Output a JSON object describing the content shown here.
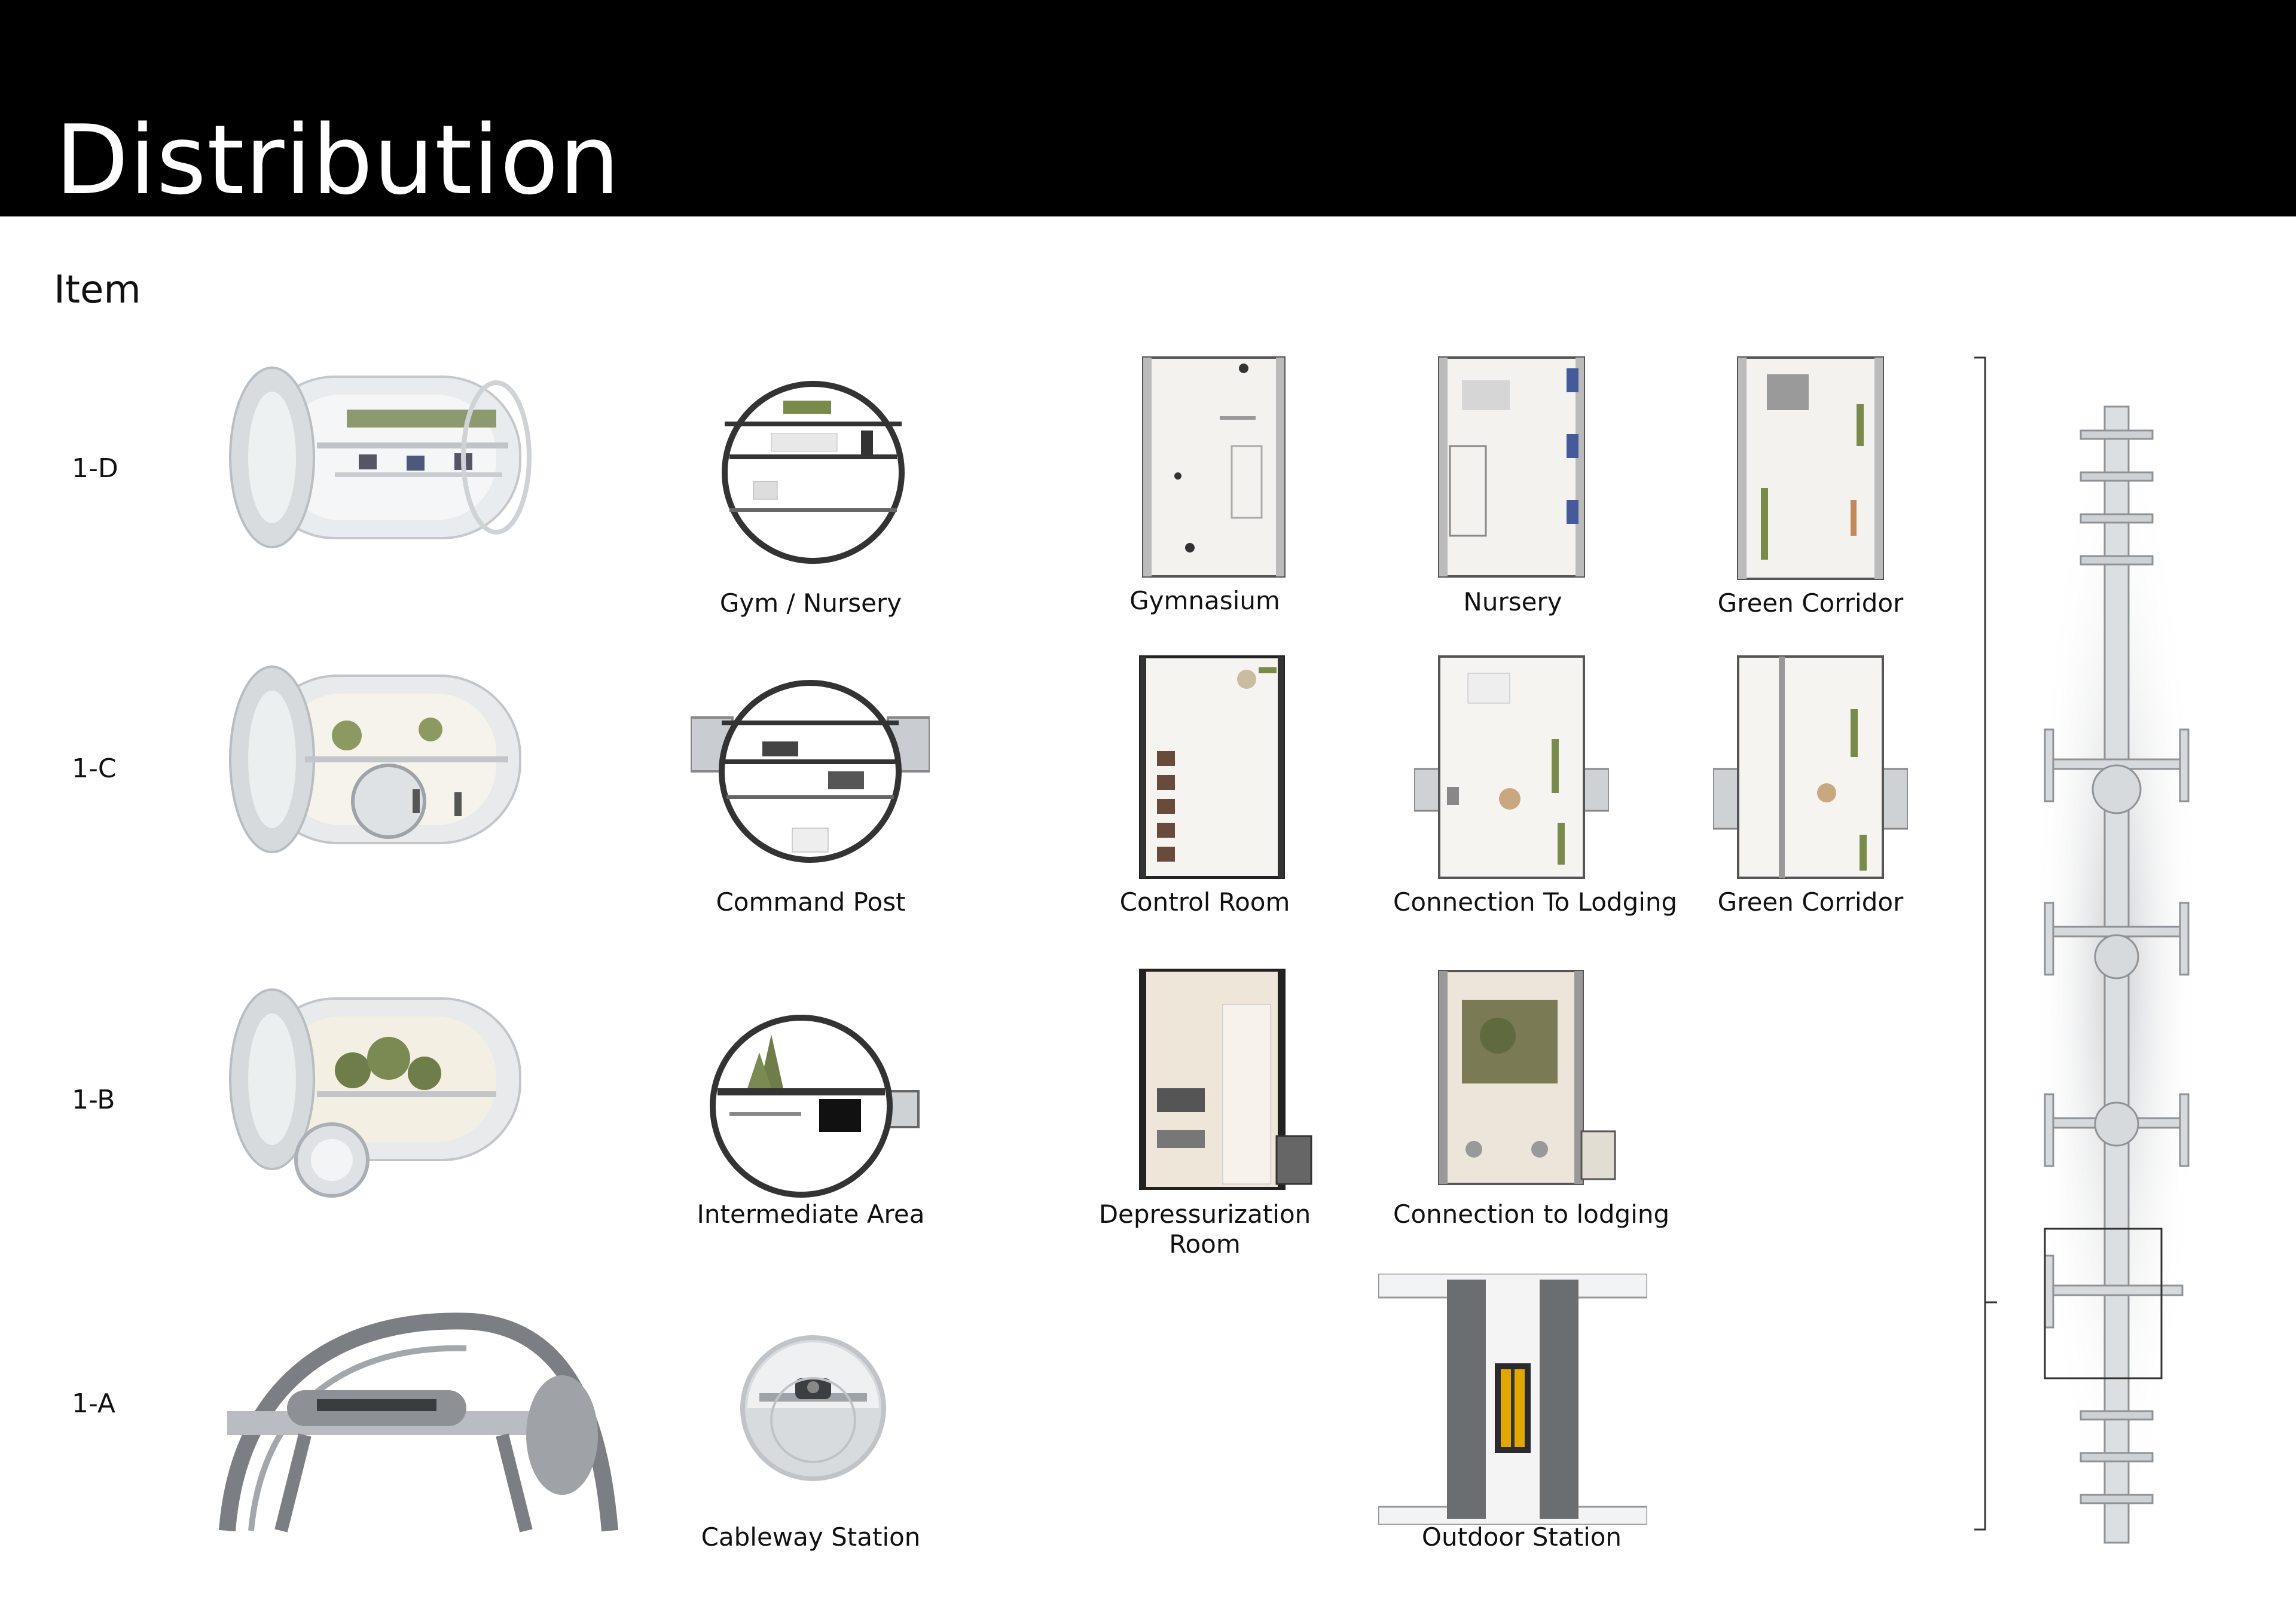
{
  "header": {
    "title": "Distribution"
  },
  "section": {
    "subtitle": "Item"
  },
  "levels": [
    {
      "id": "1-D",
      "label": "1-D"
    },
    {
      "id": "1-C",
      "label": "1-C"
    },
    {
      "id": "1-B",
      "label": "1-B"
    },
    {
      "id": "1-A",
      "label": "1-A"
    }
  ],
  "sections_cross": [
    "Gym / Nursery",
    "Command Post",
    "Intermediate Area",
    "Cableway Station"
  ],
  "plans": {
    "row_d": [
      "Gymnasium",
      "Nursery",
      "Green Corridor"
    ],
    "row_c": [
      "Control Room",
      "Connection To Lodging",
      "Green Corridor"
    ],
    "row_b": [
      "Depressurization Room",
      "Connection to lodging"
    ],
    "row_a": [
      "Outdoor Station"
    ]
  },
  "colors": {
    "header_bg": "#000000",
    "accent_yellow": "#e0a800",
    "plant_green": "#7a8a4a"
  },
  "icons": [
    "module-render",
    "cross-section",
    "floor-plan",
    "site-plan"
  ]
}
